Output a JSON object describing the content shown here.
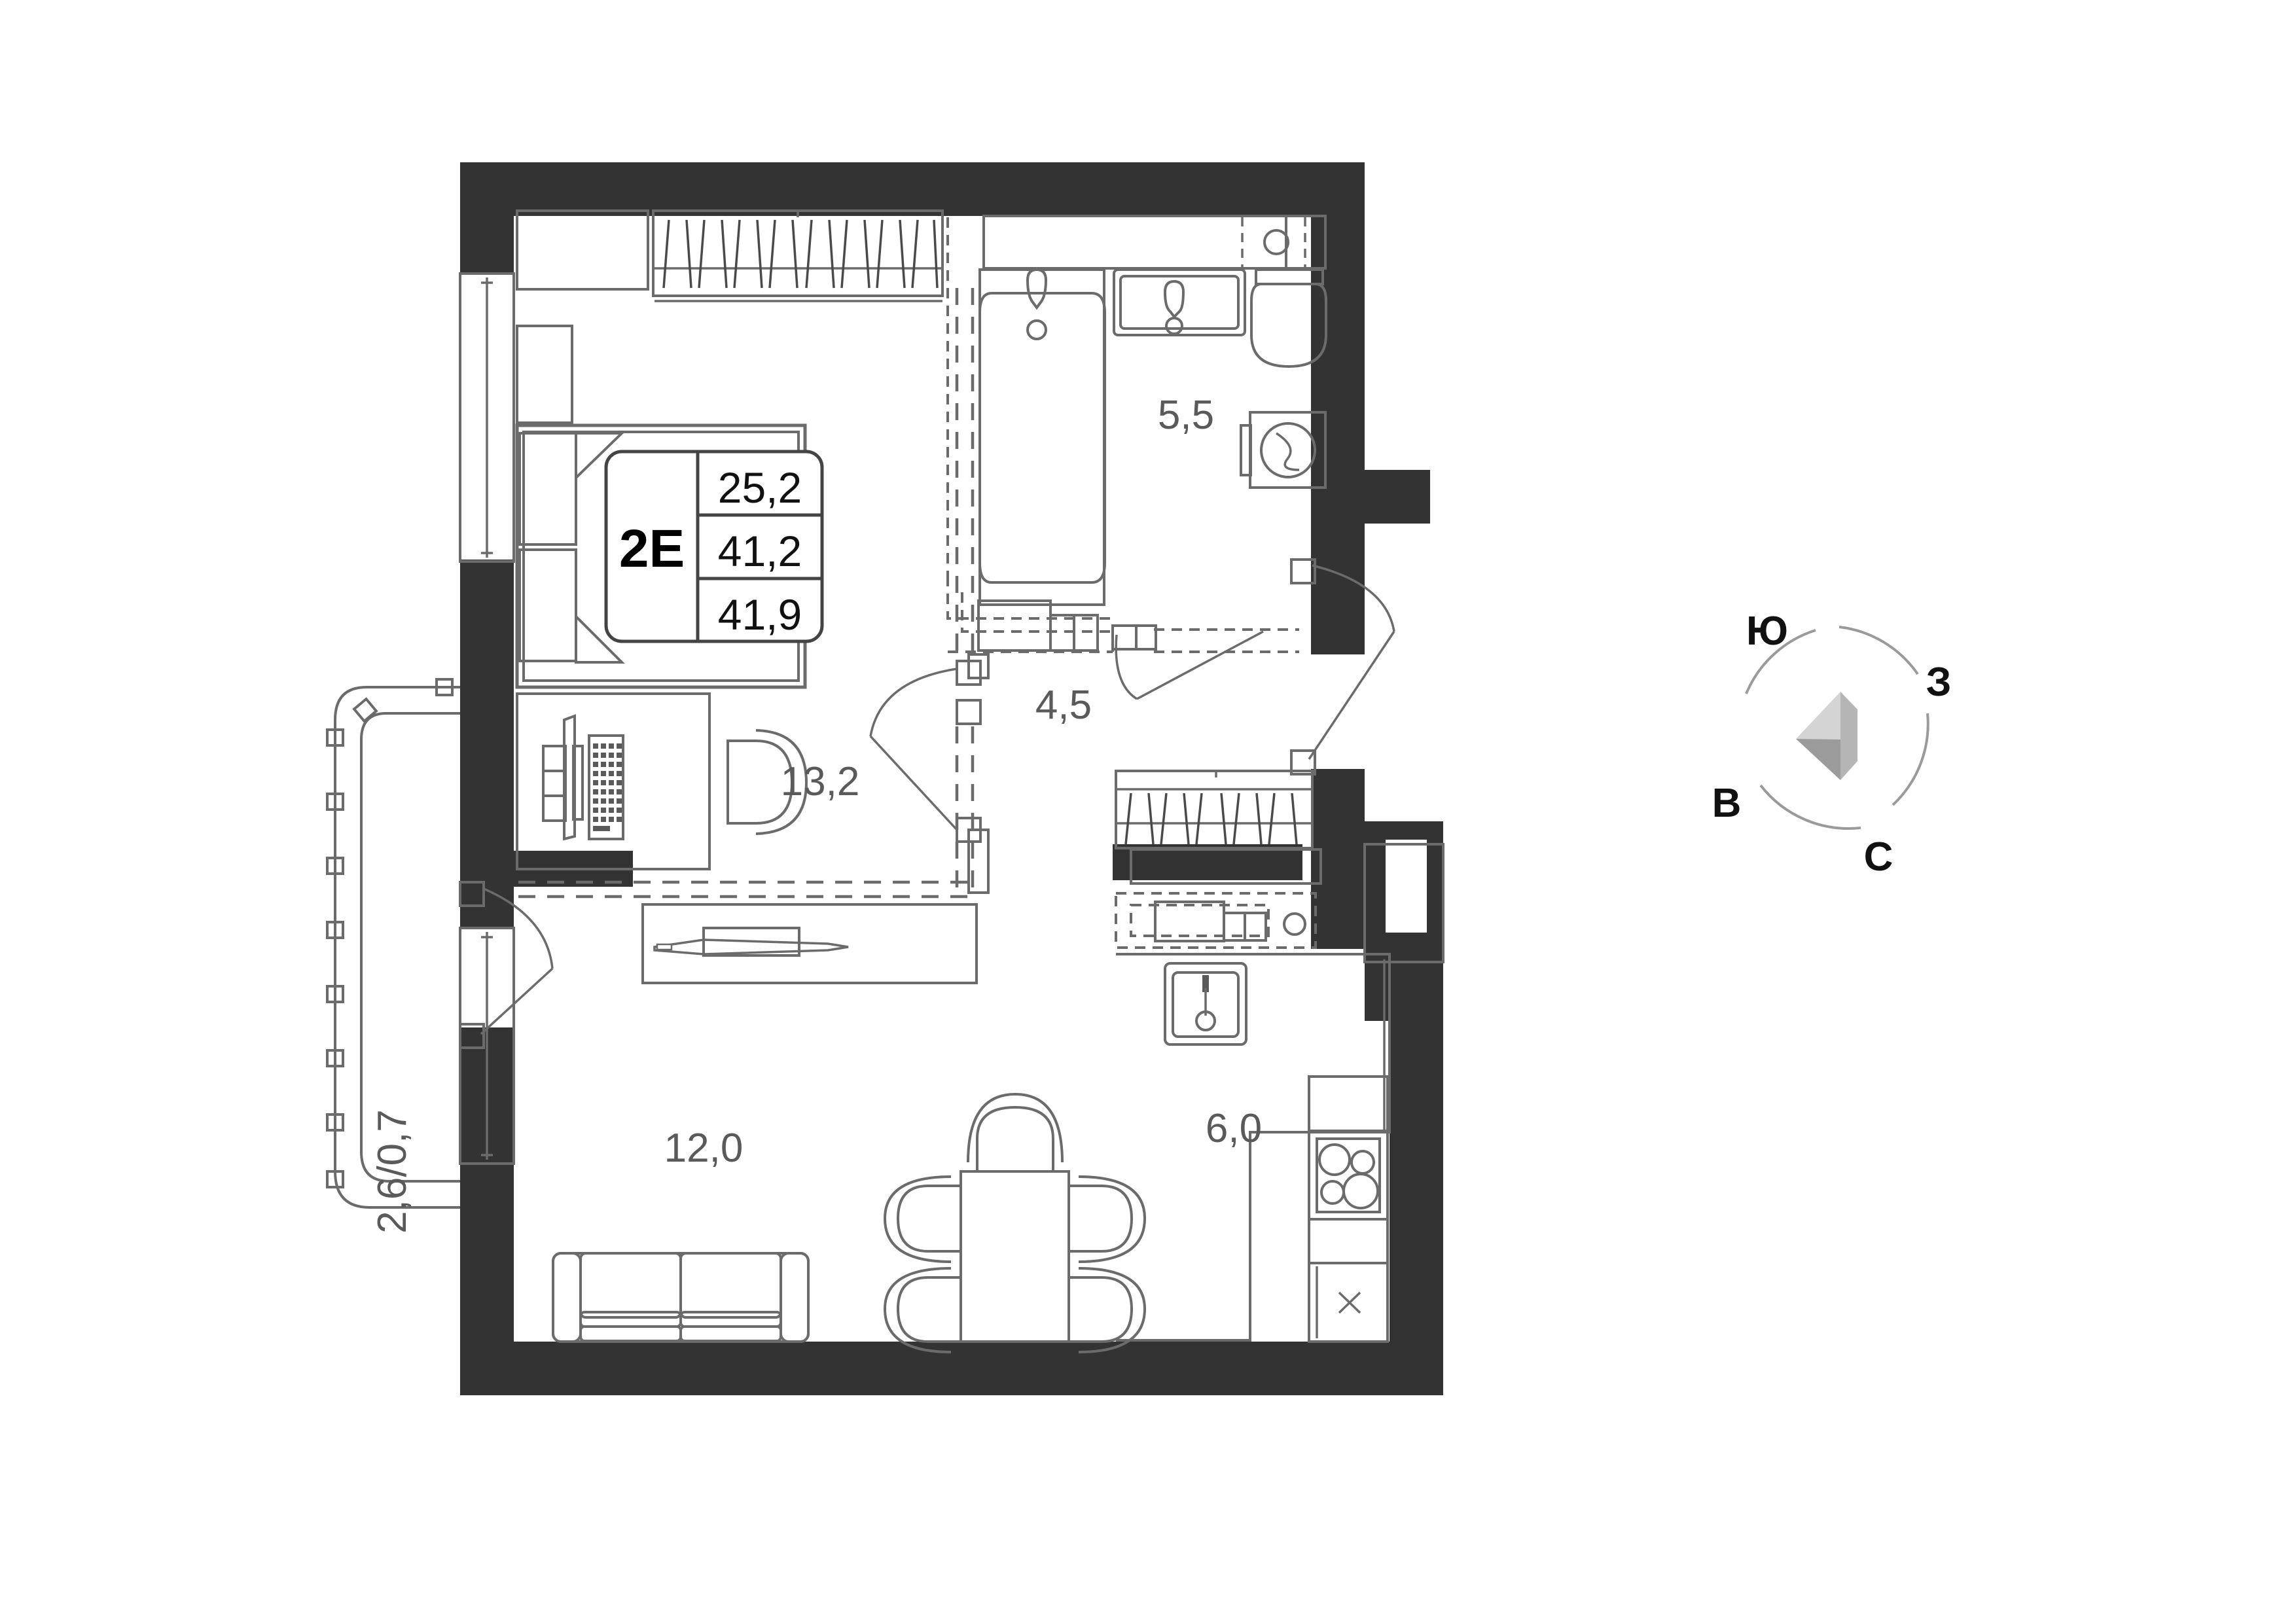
{
  "plan": {
    "badge": {
      "type_label": "2Е",
      "area_living": "25,2",
      "area_total": "41,2",
      "area_with_balcony": "41,9"
    },
    "rooms": [
      {
        "name": "bedroom",
        "label": "13,2"
      },
      {
        "name": "bathroom",
        "label": "5,5"
      },
      {
        "name": "hallway",
        "label": "4,5"
      },
      {
        "name": "living-room",
        "label": "12,0"
      },
      {
        "name": "kitchen",
        "label": "6,0"
      },
      {
        "name": "balcony",
        "label": "2,6/0,7"
      }
    ],
    "fixtures": [
      "bathtub",
      "washbasin",
      "toilet",
      "washing-machine",
      "wardrobe",
      "bed",
      "desk",
      "office-chair",
      "monitor",
      "keyboard",
      "tv-console",
      "tv",
      "sofa",
      "dining-table",
      "dining-chair",
      "kitchen-sink",
      "cooktop",
      "refrigerator",
      "kitchen-cabinets",
      "window",
      "entry-door",
      "interior-door",
      "balcony-railing"
    ],
    "colors": {
      "wall": "#333333",
      "line": "#6b6b6b",
      "text": "#5a5a5a",
      "badge_text": "#111111",
      "compass_arc": "#9a9a9a",
      "arrow_light": "#d4d4d4",
      "arrow_dark": "#9b9b9b",
      "background": "#ffffff"
    }
  },
  "compass": {
    "name": "compass-rose",
    "north_label": "С",
    "south_label": "Ю",
    "east_label": "В",
    "west_label": "З"
  }
}
